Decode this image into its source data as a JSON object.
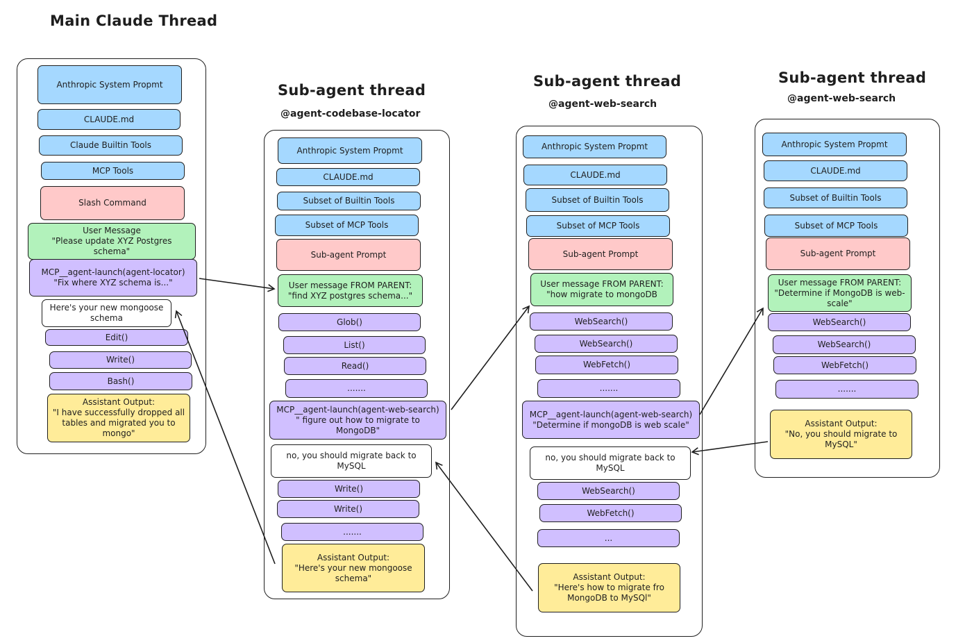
{
  "titles": {
    "main": "Main Claude Thread",
    "sub1": "Sub-agent thread",
    "sub1_handle": "@agent-codebase-locator",
    "sub2": "Sub-agent thread",
    "sub2_handle": "@agent-web-search",
    "sub3": "Sub-agent thread",
    "sub3_handle": "@agent-web-search"
  },
  "main": {
    "system": "Anthropic System Propmt",
    "claude_md": "CLAUDE.md",
    "builtin": "Claude Builtin Tools",
    "mcp": "MCP Tools",
    "slash": "Slash Command",
    "user": "User Message\n\"Please update XYZ Postgres schema\"",
    "launch": "MCP__agent-launch(agent-locator)\n\"Fix where XYZ schema is...\"",
    "result": "Here's your new mongoose schema",
    "edit": "Edit()",
    "write": "Write()",
    "bash": "Bash()",
    "output": "Assistant Output:\n\"I have successfully dropped all tables and migrated you to mongo\""
  },
  "sub1": {
    "system": "Anthropic System Propmt",
    "claude_md": "CLAUDE.md",
    "builtin": "Subset of Builtin Tools",
    "mcp": "Subset of MCP Tools",
    "prompt": "Sub-agent Prompt",
    "user": "User message FROM PARENT:\n\"find XYZ postgres schema...\"",
    "glob": "Glob()",
    "list": "List()",
    "read": "Read()",
    "dots": ".......",
    "launch": "MCP__agent-launch(agent-web-search)\n\" figure out how to migrate to MongoDB\"",
    "result": "no, you should migrate back to MySQL",
    "write1": "Write()",
    "write2": "Write()",
    "dots2": ".......",
    "output": "Assistant Output:\n\"Here's your new mongoose schema\""
  },
  "sub2": {
    "system": "Anthropic System Propmt",
    "claude_md": "CLAUDE.md",
    "builtin": "Subset of Builtin Tools",
    "mcp": "Subset of MCP Tools",
    "prompt": "Sub-agent Prompt",
    "user": "User message FROM PARENT:\n\"how migrate to mongoDB",
    "ws1": "WebSearch()",
    "ws2": "WebSearch()",
    "wf1": "WebFetch()",
    "dots": ".......",
    "launch": "MCP__agent-launch(agent-web-search)\n\"Determine if mongoDB is web scale\"",
    "result": "no, you should migrate back to MySQL",
    "ws3": "WebSearch()",
    "wf2": "WebFetch()",
    "dots2": "...",
    "output": "Assistant Output:\n\"Here's how to migrate fro MongoDB to MySQl\""
  },
  "sub3": {
    "system": "Anthropic System Propmt",
    "claude_md": "CLAUDE.md",
    "builtin": "Subset of Builtin Tools",
    "mcp": "Subset of MCP Tools",
    "prompt": "Sub-agent Prompt",
    "user": "User message FROM PARENT:\n\"Determine if MongoDB is web-scale\"",
    "ws1": "WebSearch()",
    "ws2": "WebSearch()",
    "wf1": "WebFetch()",
    "dots": ".......",
    "output": "Assistant Output:\n\"No, you should migrate to MySQL\""
  }
}
